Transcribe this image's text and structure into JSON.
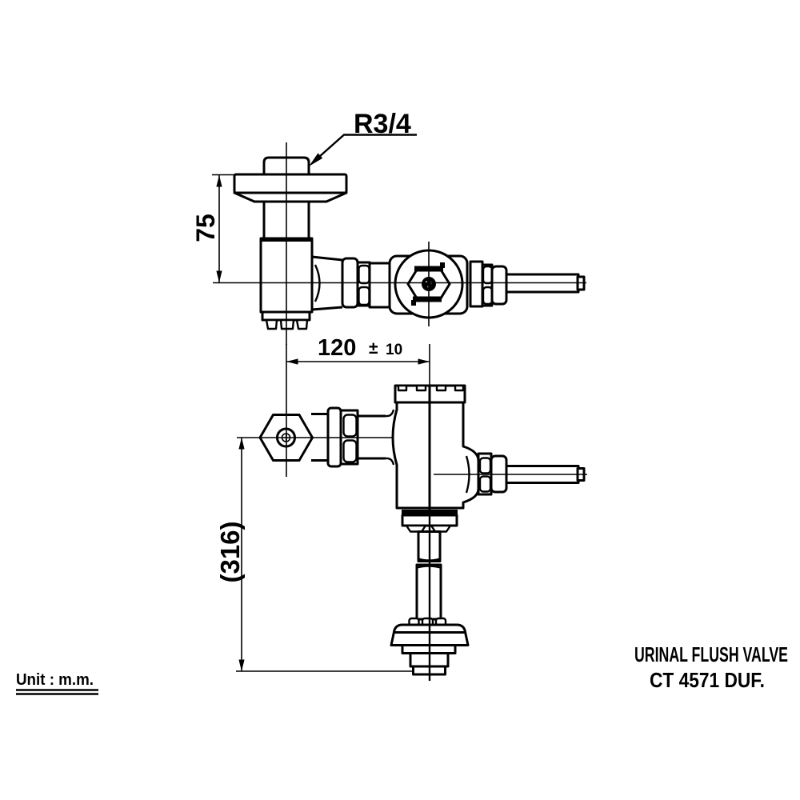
{
  "drawing": {
    "type": "technical-drawing",
    "labels": {
      "inlet_thread": "R3/4",
      "unit_note": "Unit : m.m.",
      "product_name": "URINAL FLUSH VALVE",
      "model_code": "CT 4571 DUF."
    },
    "dimensions": {
      "wall_to_center": "75",
      "inlet_to_valve_value": "120",
      "tolerance_sign": "±",
      "tolerance_value": "10",
      "center_to_outlet_reference": "(316)"
    },
    "views": {
      "top_view": "plan view of flush valve with R3/4 wall inlet, flange, valve cap and push-rod handle",
      "front_view": "elevation view with inlet, valve body, handle and outlet tailpipe with escutcheon"
    },
    "colors": {
      "line": "#000000",
      "background": "#ffffff"
    }
  }
}
